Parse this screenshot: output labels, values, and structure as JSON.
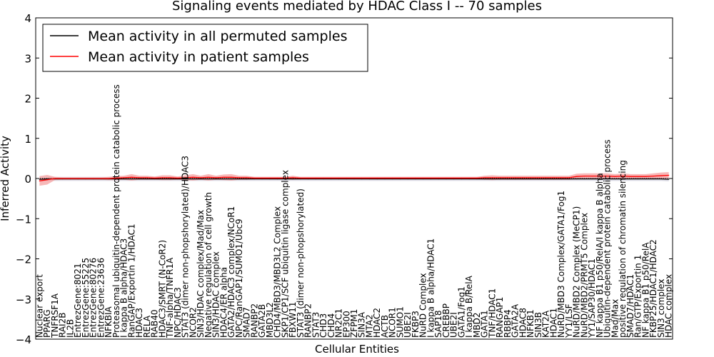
{
  "chart_data": {
    "type": "line",
    "title": "Signaling events mediated by HDAC Class I -- 70 samples",
    "xlabel": "Cellular Entities",
    "ylabel": "Inferred Activity",
    "ylim": [
      -4,
      4
    ],
    "yticks": [
      "4",
      "3",
      "2",
      "1",
      "0",
      "−1",
      "−2",
      "−3",
      "−4"
    ],
    "grid": false,
    "legend_position": "top-left",
    "colors": {
      "permuted": "#000000",
      "patient": "#ff0000",
      "patient_band": "#f4a0a0",
      "permuted_band": "#c8c8d8"
    },
    "categories": [
      "Nuclear export",
      "PPARG",
      "TNFRSF1A",
      "RAI2B",
      "IL2B",
      "EntrezGene:8021",
      "EntrezGene:55225",
      "EntrezGene:80276",
      "EntrezGene:23636",
      "NFKBIA",
      "Proteasomal ubiquitin-dependent protein catabolic process",
      "I kappa B alpha/HDAC3",
      "RanGAP/Exportin 1/HDAC1",
      "HDAC3",
      "RELA",
      "RAB40",
      "HDAC3/SMRT (N-CoR2)",
      "TNF-alpha/TNFR1A",
      "NPC/HDAC3",
      "STAT3 (dimer non-phopshorylated)/HDAC3",
      "NCOR2",
      "SIN3/HDAC complex/Mad/Max",
      "Negative regulation of cell growth",
      "SIN3/HDAC complex",
      "HDAC4/ER alpha",
      "GATA2/HDAC3 complex/NCoR1",
      "NPC/RanGAP1/SUMO1/Ubc9",
      "SMAD7",
      "RANBP2",
      "GATA2B",
      "MBD3L2",
      "CHD4/MBD3/MBD3L2 Complex",
      "SKP1/CP1/SCF ubiquitin ligase complex",
      "FBXW11",
      "STAT3 (dimer non-phopshorylated)",
      "RANBP2",
      "STAT3",
      "CHD3",
      "CHD4",
      "NR2C1",
      "EP300",
      "ZFPM1",
      "SIN3A",
      "MTA2",
      "HDAC2",
      "ACTB",
      "NCOR1",
      "SUMO1",
      "UBE2I",
      "FKBP3",
      "NuRD Complex",
      "I kappa B alpha/HDAC1",
      "SAP18",
      "CREBBP",
      "UBE2I",
      "GATA1/Fog1",
      "I kappa B/RelA",
      "MBD2",
      "GATA1",
      "TNF/HDAC1",
      "RANGAP1",
      "RBBP4",
      "GATA2A",
      "HDAC8",
      "NFKB1",
      "SIN3B",
      "KAT2A",
      "HDAC1",
      "NuRD/MBD3 Complex/GATA1/Fog1",
      "YY1/LSF",
      "NuRD/MBD2 Complex (MeCP1)",
      "NuRD/MBD2/PRMT5 Complex",
      "YY1/SAP30/HDAC1",
      "NF kappa B1 p50/RelA/I kappa B alpha",
      "Ubiquitin-dependent protein catabolic process",
      "Mad/Max",
      "positive regulation of chromatin silencing",
      "SMAD7/HDAC1",
      "Ran/GTP/Exportin 1",
      "NF kappa B1 p50/RelA",
      "FKBP25/HDAC1/HDAC2",
      "SIN3 complex",
      "HDAC complex"
    ],
    "series": [
      {
        "name": "Mean activity in all permuted samples",
        "color": "#000000",
        "values": [
          -0.02,
          -0.01,
          -0.01,
          -0.01,
          -0.01,
          -0.01,
          -0.01,
          -0.01,
          -0.01,
          -0.01,
          -0.01,
          -0.01,
          -0.01,
          -0.01,
          -0.01,
          -0.01,
          -0.01,
          -0.01,
          -0.01,
          -0.01,
          -0.01,
          -0.01,
          -0.01,
          -0.01,
          -0.01,
          -0.01,
          -0.01,
          -0.01,
          -0.01,
          -0.01,
          -0.01,
          -0.01,
          -0.01,
          -0.01,
          -0.01,
          -0.01,
          -0.01,
          -0.01,
          -0.01,
          -0.01,
          -0.01,
          -0.01,
          -0.01,
          -0.01,
          -0.01,
          -0.01,
          -0.01,
          -0.01,
          -0.01,
          -0.01,
          -0.01,
          -0.01,
          -0.01,
          -0.01,
          -0.01,
          -0.01,
          -0.01,
          -0.01,
          -0.01,
          -0.01,
          -0.01,
          -0.01,
          -0.01,
          -0.01,
          -0.01,
          -0.01,
          -0.01,
          -0.01,
          -0.01,
          -0.01,
          -0.01,
          -0.01,
          -0.01,
          -0.01,
          -0.01,
          -0.01,
          -0.01,
          -0.01,
          -0.01,
          -0.01,
          -0.01,
          -0.01,
          -0.02
        ]
      },
      {
        "name": "Mean activity in patient samples",
        "color": "#ff0000",
        "values": [
          -0.06,
          -0.03,
          0.0,
          0.0,
          0.0,
          0.0,
          0.0,
          0.0,
          0.0,
          0.0,
          0.01,
          0.02,
          0.03,
          0.02,
          0.02,
          0.01,
          0.02,
          0.02,
          0.01,
          0.02,
          0.03,
          0.02,
          0.03,
          0.02,
          0.03,
          0.03,
          0.02,
          0.02,
          0.01,
          0.01,
          0.01,
          0.01,
          0.01,
          0.02,
          0.01,
          0.01,
          0.01,
          0.01,
          0.01,
          0.01,
          0.01,
          0.01,
          0.01,
          0.01,
          0.01,
          0.01,
          0.01,
          0.01,
          0.01,
          0.01,
          0.01,
          0.01,
          0.01,
          0.01,
          0.01,
          0.01,
          0.01,
          0.01,
          0.02,
          0.02,
          0.02,
          0.02,
          0.02,
          0.02,
          0.02,
          0.02,
          0.02,
          0.02,
          0.02,
          0.02,
          0.05,
          0.06,
          0.06,
          0.06,
          0.06,
          0.05,
          0.06,
          0.05,
          0.05,
          0.05,
          0.06,
          0.07,
          0.08
        ],
        "spread": [
          0.12,
          0.12,
          0.04,
          0.03,
          0.03,
          0.03,
          0.03,
          0.03,
          0.03,
          0.04,
          0.05,
          0.05,
          0.08,
          0.05,
          0.05,
          0.04,
          0.06,
          0.06,
          0.04,
          0.06,
          0.08,
          0.05,
          0.08,
          0.05,
          0.07,
          0.08,
          0.05,
          0.05,
          0.03,
          0.03,
          0.03,
          0.03,
          0.03,
          0.05,
          0.03,
          0.03,
          0.03,
          0.03,
          0.03,
          0.03,
          0.03,
          0.03,
          0.03,
          0.03,
          0.03,
          0.03,
          0.03,
          0.03,
          0.03,
          0.03,
          0.03,
          0.03,
          0.03,
          0.03,
          0.03,
          0.03,
          0.03,
          0.03,
          0.05,
          0.06,
          0.05,
          0.05,
          0.05,
          0.05,
          0.05,
          0.05,
          0.05,
          0.05,
          0.05,
          0.05,
          0.07,
          0.07,
          0.07,
          0.07,
          0.07,
          0.06,
          0.07,
          0.06,
          0.06,
          0.06,
          0.07,
          0.08,
          0.08
        ]
      }
    ]
  }
}
